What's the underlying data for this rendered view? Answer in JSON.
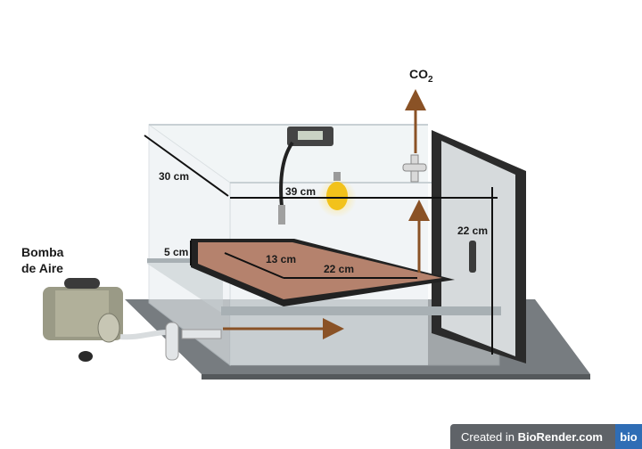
{
  "labels": {
    "co2": "CO",
    "co2_sub": "2",
    "pump_line1": "Bomba",
    "pump_line2": "de Aire",
    "depth": "30 cm",
    "width": "39 cm",
    "shelf_height": "5 cm",
    "tray_depth": "13 cm",
    "tray_width": "22 cm",
    "height": "22 cm"
  },
  "watermark": {
    "prefix": "Created in ",
    "brand": "BioRender.com",
    "logo": "bio"
  },
  "colors": {
    "arrow": "#8a5226",
    "soil": "#b5826d",
    "glass": "#dfe6ea",
    "base": "#6f7478",
    "door": "#2b2b2b",
    "bulb": "#f2c21b"
  }
}
